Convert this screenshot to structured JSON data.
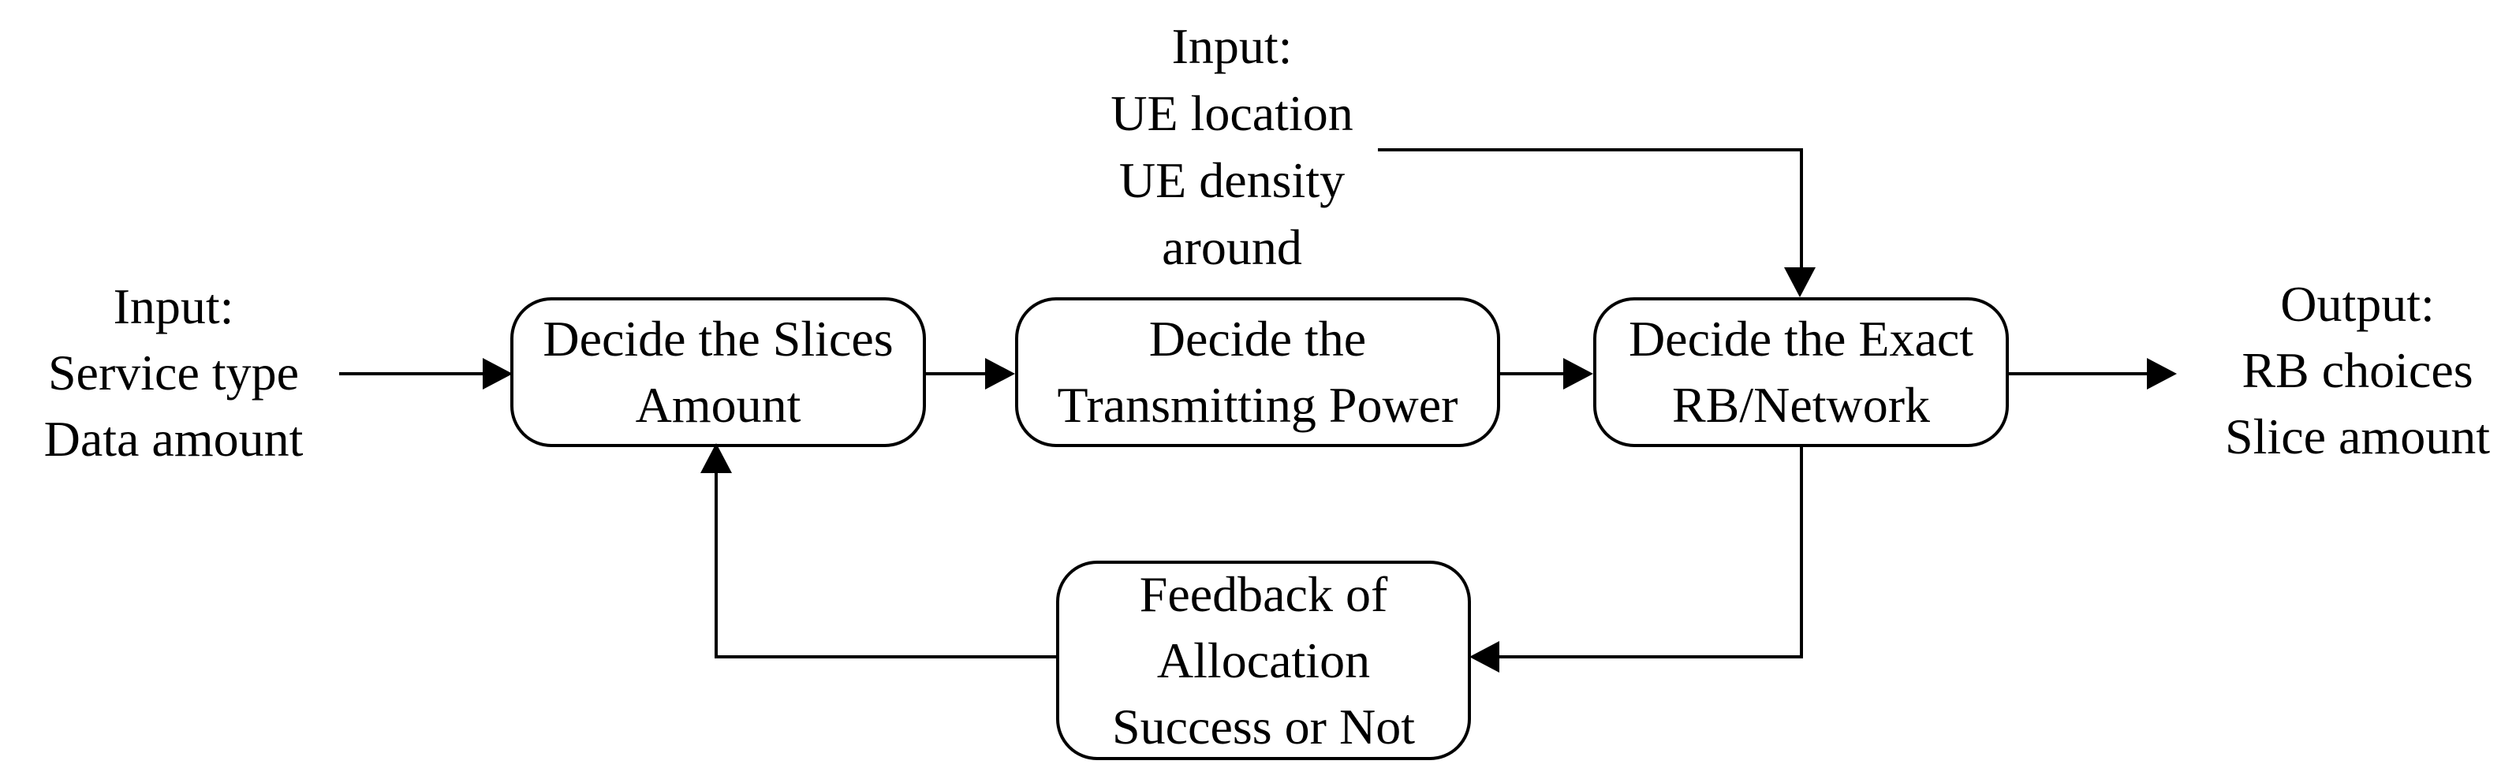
{
  "diagram": {
    "background_color": "#ffffff",
    "stroke_color": "#000000",
    "text_color": "#000000",
    "input_left": {
      "line1": "Input:",
      "line2": "Service type",
      "line3": "Data amount"
    },
    "input_top": {
      "line1": "Input:",
      "line2": "UE location",
      "line3": "UE density",
      "line4": "around"
    },
    "output_right": {
      "line1": "Output:",
      "line2": "RB choices",
      "line3": "Slice amount"
    },
    "boxes": {
      "slices": {
        "line1": "Decide the Slices",
        "line2": "Amount"
      },
      "power": {
        "line1": "Decide the",
        "line2": "Transmitting Power"
      },
      "rb": {
        "line1": "Decide the Exact",
        "line2": "RB/Network"
      },
      "feedback": {
        "line1": "Feedback of",
        "line2": "Allocation",
        "line3": "Success or Not"
      }
    }
  }
}
